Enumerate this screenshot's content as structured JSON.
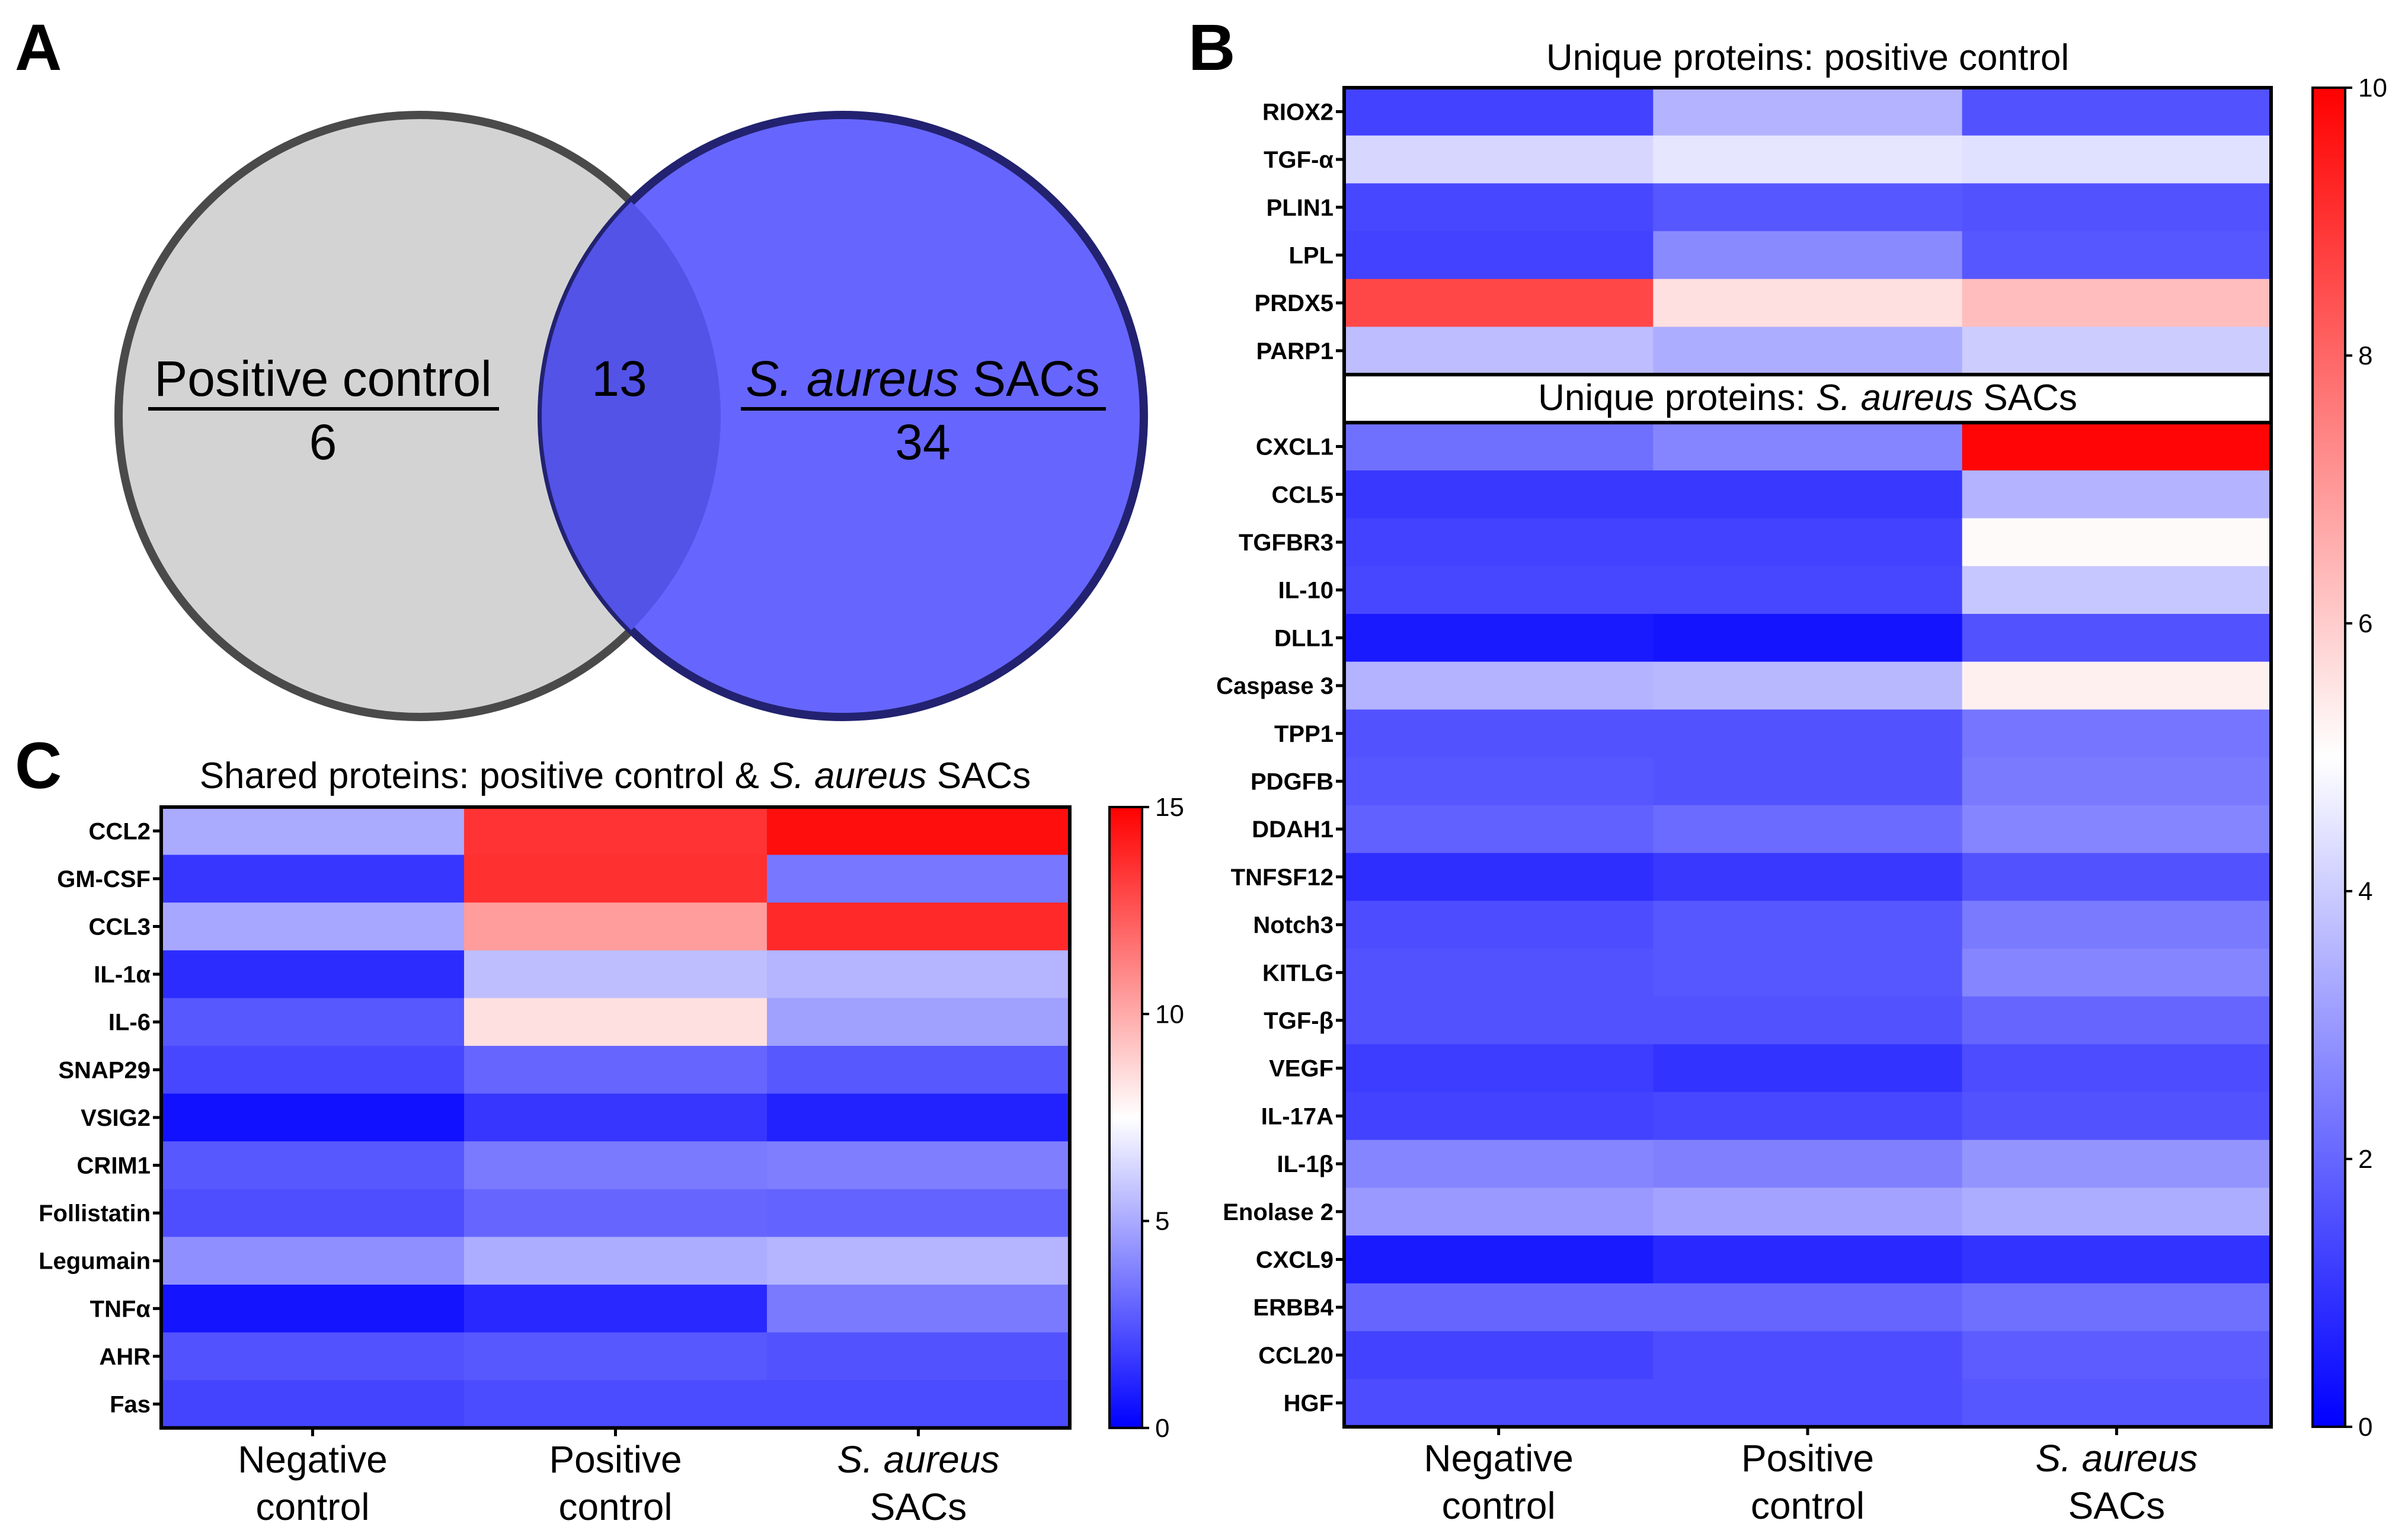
{
  "panel_letters": {
    "a": "A",
    "b": "B",
    "c": "C"
  },
  "venn": {
    "left_label": "Positive control",
    "left_count": "6",
    "overlap_count": "13",
    "right_label_italic": "S. aureus",
    "right_label_rest": " SACs",
    "right_count": "34",
    "left_color": "#d3d3d3",
    "right_color": "#6666ff",
    "overlap_color": "#5353e8"
  },
  "colorscale": {
    "low": "#0000ff",
    "mid": "#ffffff",
    "high": "#ff0000"
  },
  "columns": [
    {
      "line1": "Negative",
      "line2": "control",
      "italic": false
    },
    {
      "line1": "Positive",
      "line2": "control",
      "italic": false
    },
    {
      "line1": "S. aureus",
      "line2": "SACs",
      "italic": true
    }
  ],
  "chart_data": [
    {
      "type": "heatmap",
      "panel": "B",
      "colorbar": {
        "min": 0,
        "max": 10,
        "ticks": [
          "0",
          "2",
          "4",
          "6",
          "8",
          "10"
        ]
      },
      "blocks": [
        {
          "title_parts": [
            {
              "text": "Unique proteins: positive control",
              "italic": false
            }
          ],
          "rows": [
            {
              "label": "RIOX2",
              "values": [
                1.3,
                3.5,
                1.6
              ]
            },
            {
              "label": "TGF-α",
              "values": [
                4.2,
                4.5,
                4.4
              ]
            },
            {
              "label": "PLIN1",
              "values": [
                1.4,
                1.7,
                1.6
              ]
            },
            {
              "label": "LPL",
              "values": [
                1.3,
                2.7,
                1.7
              ]
            },
            {
              "label": "PRDX5",
              "values": [
                8.6,
                5.6,
                6.3
              ]
            },
            {
              "label": "PARP1",
              "values": [
                3.7,
                3.4,
                4.0
              ]
            }
          ]
        },
        {
          "title_parts": [
            {
              "text": "Unique proteins: ",
              "italic": false
            },
            {
              "text": "S. aureus",
              "italic": true
            },
            {
              "text": " SACs",
              "italic": false
            }
          ],
          "rows": [
            {
              "label": "CXCL1",
              "values": [
                2.2,
                2.6,
                9.9
              ]
            },
            {
              "label": "CCL5",
              "values": [
                1.1,
                1.1,
                3.5
              ]
            },
            {
              "label": "TGFBR3",
              "values": [
                1.3,
                1.3,
                5.1
              ]
            },
            {
              "label": "IL-10",
              "values": [
                1.4,
                1.4,
                3.9
              ]
            },
            {
              "label": "DLL1",
              "values": [
                0.5,
                0.4,
                1.6
              ]
            },
            {
              "label": "Caspase 3",
              "values": [
                3.5,
                3.6,
                5.3
              ]
            },
            {
              "label": "TPP1",
              "values": [
                1.6,
                1.6,
                2.3
              ]
            },
            {
              "label": "PDGFB",
              "values": [
                1.7,
                1.6,
                2.4
              ]
            },
            {
              "label": "DDAH1",
              "values": [
                1.9,
                2.1,
                2.6
              ]
            },
            {
              "label": "TNFSF12",
              "values": [
                0.9,
                1.1,
                1.6
              ]
            },
            {
              "label": "Notch3",
              "values": [
                1.5,
                1.7,
                2.4
              ]
            },
            {
              "label": "KITLG",
              "values": [
                1.6,
                1.7,
                2.6
              ]
            },
            {
              "label": "TGF-β",
              "values": [
                1.6,
                1.6,
                2.0
              ]
            },
            {
              "label": "VEGF",
              "values": [
                1.2,
                1.0,
                1.5
              ]
            },
            {
              "label": "IL-17A",
              "values": [
                1.3,
                1.4,
                1.6
              ]
            },
            {
              "label": "IL-1β",
              "values": [
                2.6,
                2.5,
                2.9
              ]
            },
            {
              "label": "Enolase 2",
              "values": [
                3.0,
                3.2,
                3.4
              ]
            },
            {
              "label": "CXCL9",
              "values": [
                0.5,
                0.8,
                1.0
              ]
            },
            {
              "label": "ERBB4",
              "values": [
                2.0,
                2.0,
                2.2
              ]
            },
            {
              "label": "CCL20",
              "values": [
                1.3,
                1.5,
                1.8
              ]
            },
            {
              "label": "HGF",
              "values": [
                1.5,
                1.5,
                1.7
              ]
            }
          ]
        }
      ]
    },
    {
      "type": "heatmap",
      "panel": "C",
      "colorbar": {
        "min": 0,
        "max": 15,
        "ticks": [
          "0",
          "5",
          "10",
          "15"
        ]
      },
      "blocks": [
        {
          "title_parts": [
            {
              "text": "Shared proteins: positive control & ",
              "italic": false
            },
            {
              "text": "S. aureus",
              "italic": true
            },
            {
              "text": " SACs",
              "italic": false
            }
          ],
          "rows": [
            {
              "label": "CCL2",
              "values": [
                5.0,
                13.5,
                14.6
              ]
            },
            {
              "label": "GM-CSF",
              "values": [
                1.6,
                13.6,
                3.5
              ]
            },
            {
              "label": "CCL3",
              "values": [
                4.9,
                10.4,
                13.8
              ]
            },
            {
              "label": "IL-1α",
              "values": [
                1.3,
                5.6,
                5.3
              ]
            },
            {
              "label": "IL-6",
              "values": [
                2.6,
                8.4,
                4.7
              ]
            },
            {
              "label": "SNAP29",
              "values": [
                2.1,
                3.0,
                2.6
              ]
            },
            {
              "label": "VSIG2",
              "values": [
                0.5,
                1.6,
                1.0
              ]
            },
            {
              "label": "CRIM1",
              "values": [
                2.6,
                3.6,
                3.7
              ]
            },
            {
              "label": "Follistatin",
              "values": [
                2.3,
                3.0,
                2.9
              ]
            },
            {
              "label": "Legumain",
              "values": [
                4.2,
                5.1,
                5.3
              ]
            },
            {
              "label": "TNFα",
              "values": [
                0.6,
                1.2,
                3.6
              ]
            },
            {
              "label": "AHR",
              "values": [
                2.4,
                2.6,
                2.4
              ]
            },
            {
              "label": "Fas",
              "values": [
                2.0,
                2.2,
                2.2
              ]
            }
          ]
        }
      ]
    }
  ]
}
